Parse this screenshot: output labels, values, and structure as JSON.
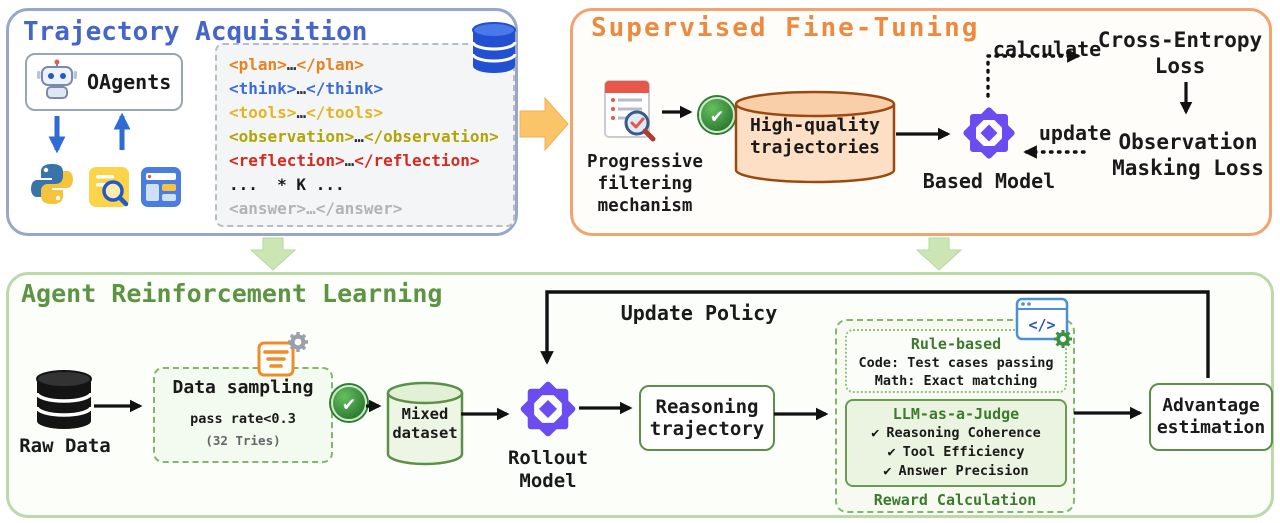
{
  "colors": {
    "traj_border": "#97a6c9",
    "traj_title": "#4565c8",
    "sft_border": "#f2a36e",
    "sft_title": "#ed8a3f",
    "rl_border": "#bcd9aa",
    "rl_title": "#5d9444",
    "green_accent": "#5e8f4a",
    "purple_logo": "#6b4cf0",
    "arrow_yellow": "#f9c568",
    "arrow_green": "#cbe6b4",
    "check_green": "#2e7d32"
  },
  "glyphs": {
    "check": "✔"
  },
  "trajectory": {
    "title": "Trajectory Acquisition",
    "agent_label": "OAgents",
    "code_lines": [
      [
        [
          "<plan>",
          "#e8821e"
        ],
        [
          "…",
          "#333333"
        ],
        [
          "</plan>",
          "#e8821e"
        ]
      ],
      [
        [
          "<think>",
          "#3a6bd8"
        ],
        [
          "…",
          "#333333"
        ],
        [
          "</think>",
          "#3a6bd8"
        ]
      ],
      [
        [
          "<tools>",
          "#e5b421"
        ],
        [
          "…",
          "#333333"
        ],
        [
          "</tools>",
          "#e5b421"
        ]
      ],
      [
        [
          "<observation>",
          "#b2a506"
        ],
        [
          "…",
          "#333333"
        ],
        [
          "</observation>",
          "#b2a506"
        ]
      ],
      [
        [
          "<reflection>",
          "#d42a20"
        ],
        [
          "…",
          "#333333"
        ],
        [
          "</reflection>",
          "#d42a20"
        ]
      ],
      [
        [
          "...  * K ...",
          "#1a1a1a"
        ]
      ],
      [
        [
          "<answer>",
          "#b3b3b3"
        ],
        [
          "…",
          "#b3b3b3"
        ],
        [
          "</answer>",
          "#b3b3b3"
        ]
      ]
    ]
  },
  "sft": {
    "title": "Supervised Fine-Tuning",
    "filter_label": "Progressive filtering mechanism",
    "trajectories_label": "High-quality trajectories",
    "model_label": "Based Model",
    "calculate_label": "calculate",
    "cross_entropy_label": "Cross-Entropy Loss",
    "update_label": "update",
    "obs_masking_label": "Observation Masking Loss"
  },
  "rl": {
    "title": "Agent Reinforcement Learning",
    "raw_data_label": "Raw Data",
    "sampling_title": "Data sampling",
    "sampling_line1": "pass rate<0.3",
    "sampling_line2": "(32 Tries)",
    "mixed_label": "Mixed dataset",
    "rollout_label": "Rollout Model",
    "reasoning_label": "Reasoning trajectory",
    "update_policy_label": "Update Policy",
    "rule_title": "Rule-based",
    "rule_lines": [
      "Code: Test cases passing",
      "Math: Exact matching"
    ],
    "judge_title": "LLM-as-a-Judge",
    "judge_items": [
      "Reasoning Coherence",
      "Tool Efficiency",
      "Answer Precision"
    ],
    "reward_caption": "Reward Calculation",
    "advantage_label": "Advantage estimation"
  }
}
